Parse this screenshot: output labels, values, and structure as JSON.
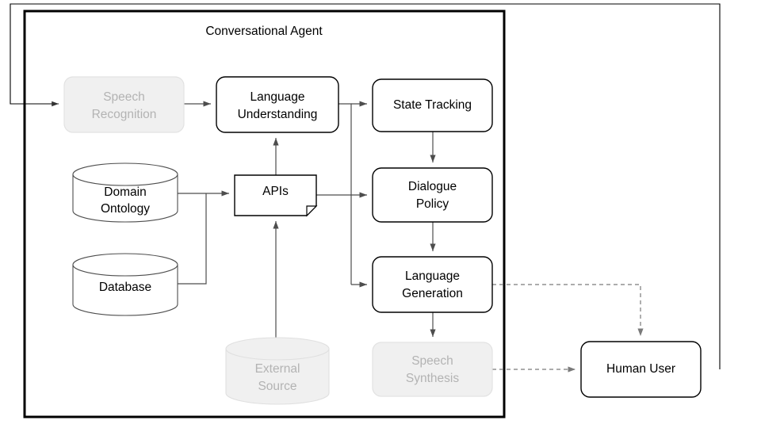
{
  "diagram": {
    "title": "Conversational Agent",
    "nodes": [
      {
        "id": "speech-recognition",
        "label_line1": "Speech",
        "label_line2": "Recognition",
        "shape": "rounded-rect",
        "style": "muted"
      },
      {
        "id": "language-understanding",
        "label_line1": "Language",
        "label_line2": "Understanding",
        "shape": "rounded-rect",
        "style": "solid"
      },
      {
        "id": "state-tracking",
        "label_line1": "State Tracking",
        "label_line2": "",
        "shape": "rounded-rect",
        "style": "solid"
      },
      {
        "id": "dialogue-policy",
        "label_line1": "Dialogue",
        "label_line2": "Policy",
        "shape": "rounded-rect",
        "style": "solid"
      },
      {
        "id": "language-generation",
        "label_line1": "Language",
        "label_line2": "Generation",
        "shape": "rounded-rect",
        "style": "solid"
      },
      {
        "id": "speech-synthesis",
        "label_line1": "Speech",
        "label_line2": "Synthesis",
        "shape": "rounded-rect",
        "style": "muted"
      },
      {
        "id": "apis",
        "label_line1": "APIs",
        "label_line2": "",
        "shape": "document",
        "style": "solid"
      },
      {
        "id": "domain-ontology",
        "label_line1": "Domain",
        "label_line2": "Ontology",
        "shape": "cylinder",
        "style": "solid"
      },
      {
        "id": "database",
        "label_line1": "Database",
        "label_line2": "",
        "shape": "cylinder",
        "style": "solid"
      },
      {
        "id": "external-source",
        "label_line1": "External",
        "label_line2": "Source",
        "shape": "cylinder",
        "style": "muted"
      },
      {
        "id": "human-user",
        "label_line1": "Human User",
        "label_line2": "",
        "shape": "rounded-rect",
        "style": "solid"
      }
    ],
    "edges": [
      {
        "from": "human-user",
        "to": "speech-recognition",
        "style": "solid"
      },
      {
        "from": "speech-recognition",
        "to": "language-understanding",
        "style": "solid"
      },
      {
        "from": "language-understanding",
        "to": "state-tracking",
        "style": "solid"
      },
      {
        "from": "language-understanding",
        "to": "dialogue-policy",
        "style": "solid"
      },
      {
        "from": "language-understanding",
        "to": "language-generation",
        "style": "solid"
      },
      {
        "from": "state-tracking",
        "to": "dialogue-policy",
        "style": "solid"
      },
      {
        "from": "dialogue-policy",
        "to": "language-generation",
        "style": "solid"
      },
      {
        "from": "language-generation",
        "to": "speech-synthesis",
        "style": "solid"
      },
      {
        "from": "apis",
        "to": "language-understanding",
        "style": "solid"
      },
      {
        "from": "apis",
        "to": "dialogue-policy",
        "style": "solid"
      },
      {
        "from": "domain-ontology",
        "to": "apis",
        "style": "solid"
      },
      {
        "from": "database",
        "to": "apis",
        "style": "solid"
      },
      {
        "from": "external-source",
        "to": "apis",
        "style": "solid"
      },
      {
        "from": "language-generation",
        "to": "human-user",
        "style": "dashed"
      },
      {
        "from": "speech-synthesis",
        "to": "human-user",
        "style": "dashed"
      }
    ],
    "colors": {
      "stroke": "#000000",
      "edge": "#4d4d4d",
      "muted_fill": "#f0f0f0",
      "muted_text": "#b3b3b3",
      "background": "#ffffff"
    }
  }
}
